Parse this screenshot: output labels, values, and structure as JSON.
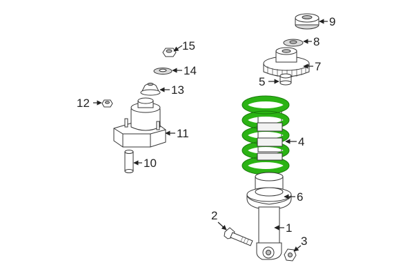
{
  "diagram": {
    "colors": {
      "spring": "#2bb314",
      "spring_dark": "#1a7a0c",
      "outline": "#333333",
      "callout": "#222222"
    },
    "callouts": [
      {
        "id": "1",
        "label": "1"
      },
      {
        "id": "2",
        "label": "2"
      },
      {
        "id": "3",
        "label": "3"
      },
      {
        "id": "4",
        "label": "4"
      },
      {
        "id": "5",
        "label": "5"
      },
      {
        "id": "6",
        "label": "6"
      },
      {
        "id": "7",
        "label": "7"
      },
      {
        "id": "8",
        "label": "8"
      },
      {
        "id": "9",
        "label": "9"
      },
      {
        "id": "10",
        "label": "10"
      },
      {
        "id": "11",
        "label": "11"
      },
      {
        "id": "12",
        "label": "12"
      },
      {
        "id": "13",
        "label": "13"
      },
      {
        "id": "14",
        "label": "14"
      },
      {
        "id": "15",
        "label": "15"
      }
    ]
  }
}
